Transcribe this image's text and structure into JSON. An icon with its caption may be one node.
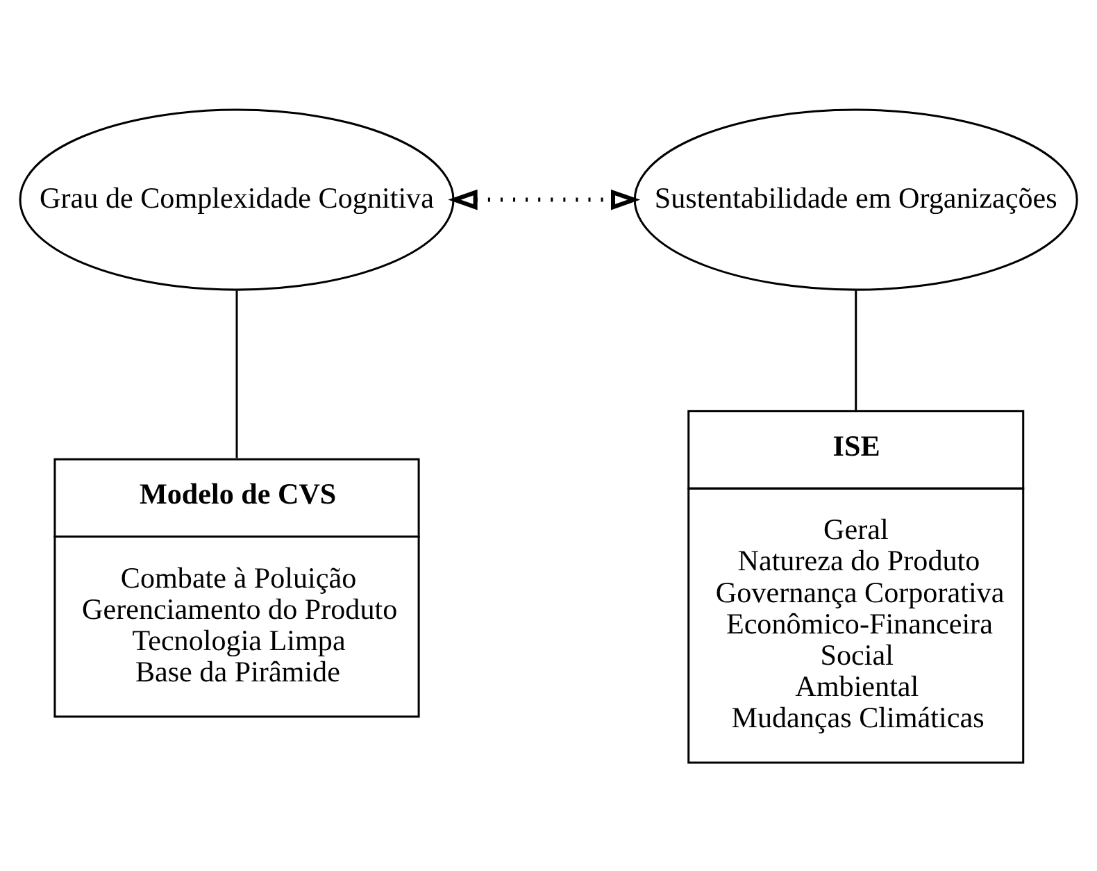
{
  "diagram": {
    "nodes": [
      {
        "text": [
          "Grau de Complexidade Cognitiva"
        ]
      },
      {
        "text": [
          "Sustentabilidade em Organizações"
        ]
      },
      {
        "text": [
          "Modelo de CVS",
          "Combate à Poluição",
          "Gerenciamento do Produto",
          "Tecnologia Limpa",
          "Base da Pirâmide"
        ]
      },
      {
        "text": [
          "ISE",
          "Geral",
          "Natureza do Produto",
          "Governança Corporativa",
          "Econômico-Financeira",
          "Social",
          "Ambiental",
          "Mudanças Climáticas"
        ]
      }
    ],
    "edges": [
      {
        "from": 0,
        "to": 1,
        "arrow": "both",
        "style": "dashed"
      },
      {
        "from": 0,
        "to": 2,
        "arrow": "none"
      },
      {
        "from": 1,
        "to": 3,
        "arrow": "none"
      }
    ]
  }
}
